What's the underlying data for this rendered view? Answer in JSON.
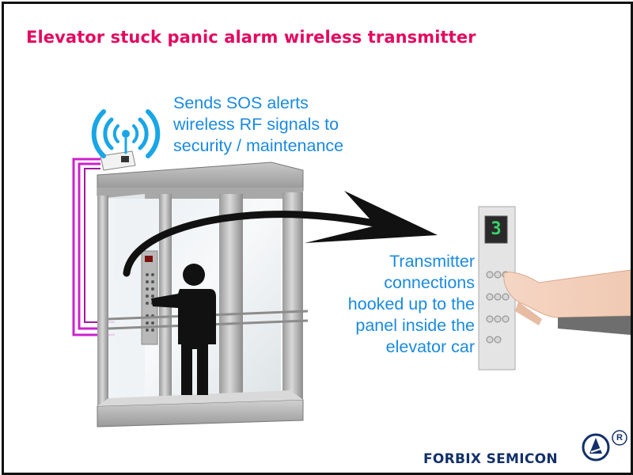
{
  "title": "Elevator stuck panic alarm wireless transmitter",
  "callout_top": {
    "lines": [
      "Sends SOS alerts",
      "wireless RF signals to",
      "security / maintenance"
    ]
  },
  "callout_right": {
    "lines": [
      "Transmitter",
      "connections",
      "hooked up to the",
      "panel inside the",
      "elevator car"
    ]
  },
  "panel": {
    "floor_display": "3"
  },
  "brand": {
    "name": "FORBIX SEMICON",
    "registered_mark": "R"
  },
  "colors": {
    "title": "#e3085f",
    "callout_text": "#1a8ae0",
    "wires": "#cc22cc",
    "signal": "#19a6e6",
    "brand": "#13306a",
    "arrow": "#111111"
  },
  "icons": [
    "wireless-signal-icon",
    "transmitter-device-icon",
    "person-icon",
    "hand-icon",
    "forbix-logo-icon",
    "registered-icon"
  ]
}
